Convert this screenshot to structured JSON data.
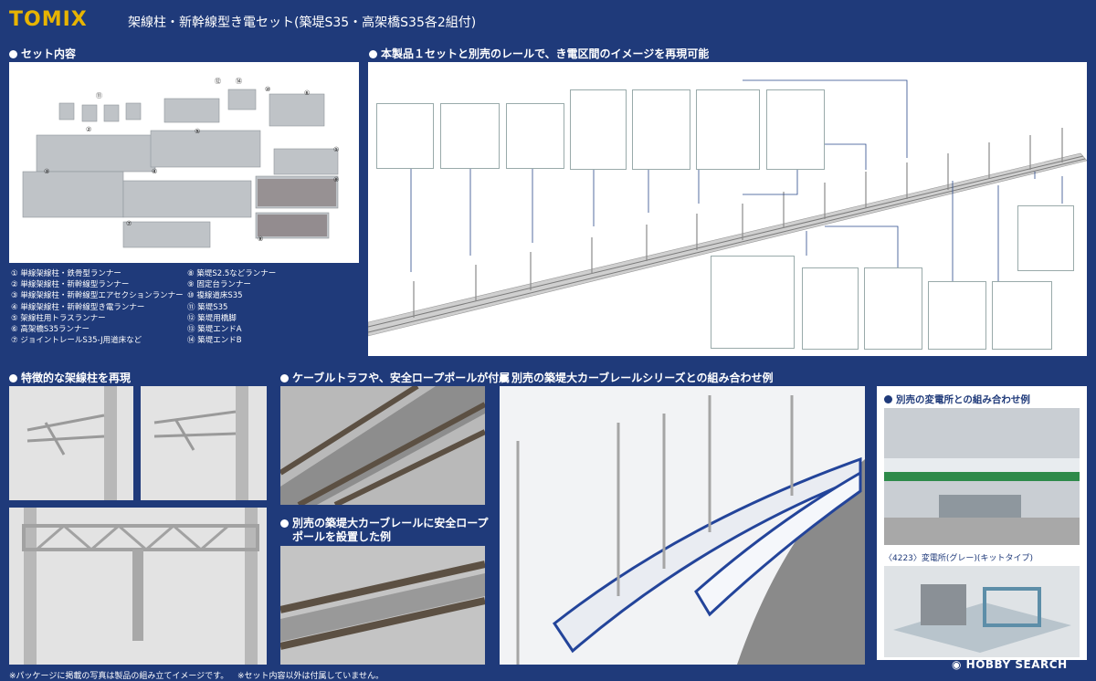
{
  "header": {
    "logo": "TOMIX",
    "title": "架線柱・新幹線型き電セット(築堤S35・高架橋S35各2組付)"
  },
  "sections": {
    "set_contents": "セット内容",
    "reproduce": "本製品１セットと別売のレールで、き電区間のイメージを再現可能",
    "characteristic": "特徴的な架線柱を再現",
    "cable_trough": "ケーブルトラフや、安全ロープポールが付属",
    "curve_rail": "別売の築堤大カーブレールシリーズとの組み合わせ例",
    "curve_rail_pole_line1": "別売の築堤大カーブレールに安全ロープ",
    "curve_rail_pole_line2": "ポールを設置した例",
    "substation": "別売の変電所との組み合わせ例",
    "substation_caption": "〈4223〉変電所(グレー)(キットタイプ)"
  },
  "parts_left": [
    "① 単線架線柱・鉄骨型ランナー",
    "② 単線架線柱・新幹線型ランナー",
    "③ 単線架線柱・新幹線型エアセクションランナー",
    "④ 単線架線柱・新幹線型き電ランナー",
    "⑤ 架線柱用トラスランナー",
    "⑥ 高架橋S35ランナー",
    "⑦ ジョイントレールS35-J用道床など"
  ],
  "parts_right": [
    "⑧ 築堤S2.5などランナー",
    "⑨ 固定台ランナー",
    "⑩ 複線道床S35",
    "⑪ 築堤S35",
    "⑫ 築堤用橋脚",
    "⑬ 築堤エンドA",
    "⑭ 築堤エンドB"
  ],
  "runner_numbers": [
    "⑪",
    "⑫",
    "⑭",
    "⑩",
    "⑥",
    "②",
    "⑤",
    "①",
    "③",
    "④",
    "⑨",
    "⑦",
    "⑧"
  ],
  "footer": {
    "note1": "※パッケージに掲載の写真は製品の組み立てイメージです。",
    "note2": "※セット内容以外は付属していません。",
    "watermark": "HOBBY SEARCH"
  },
  "colors": {
    "background": "#1f3a7a",
    "logo": "#e8b400",
    "photo_gray": "#d9d9d9"
  }
}
